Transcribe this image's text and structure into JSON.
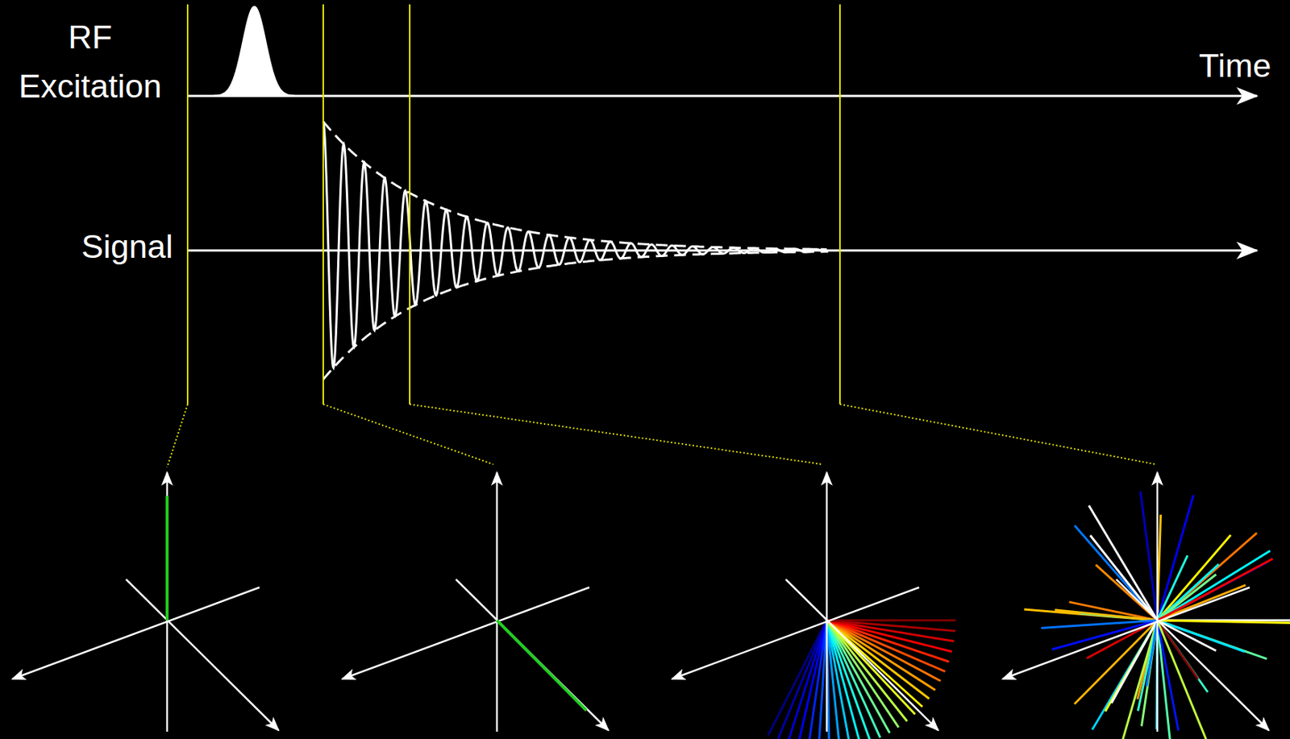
{
  "diagram": {
    "labels": [
      "RF Excitation",
      "Time",
      "Signal"
    ]
  }
}
